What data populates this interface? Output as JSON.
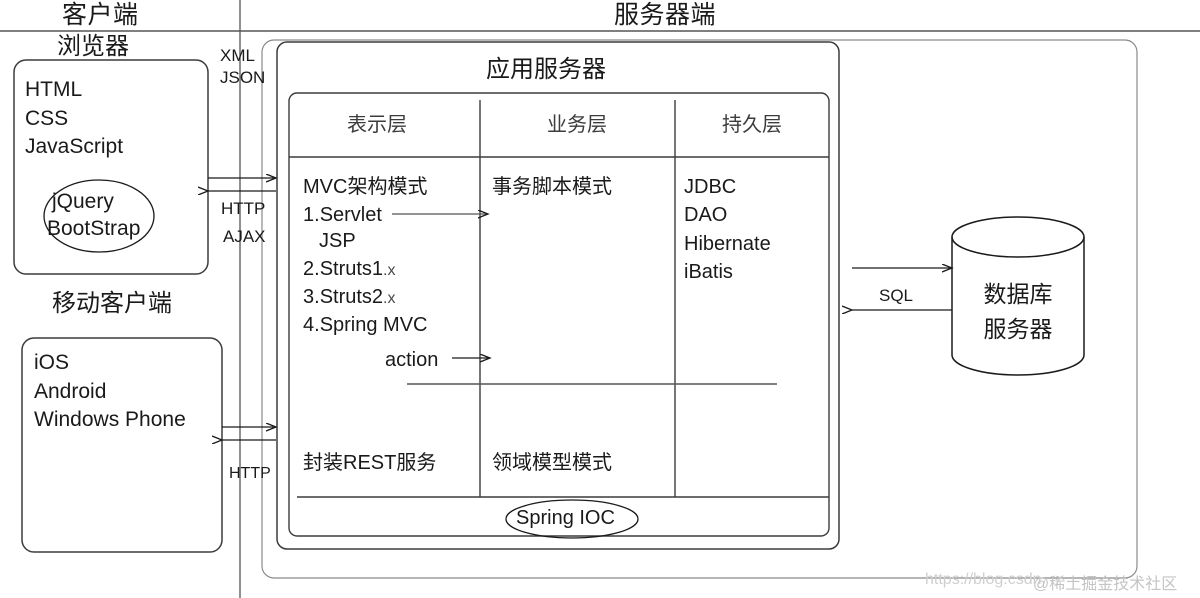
{
  "diagram": {
    "title_client": "客户端",
    "title_server": "服务器端",
    "browser_label": "浏览器",
    "mobile_label": "移动客户端",
    "app_server_title": "应用服务器",
    "browser_box": {
      "lines": [
        "HTML",
        "CSS",
        "JavaScript"
      ],
      "ellipse_lines": [
        "jQuery",
        "BootStrap"
      ]
    },
    "mobile_box": {
      "lines": [
        "iOS",
        "Android",
        "Windows Phone"
      ]
    },
    "connectors": {
      "xml": "XML",
      "json": "JSON",
      "http_top": "HTTP",
      "ajax": "AJAX",
      "http_bottom": "HTTP",
      "sql": "SQL",
      "action": "action"
    },
    "layers": {
      "headers": [
        "表示层",
        "业务层",
        "持久层"
      ],
      "presentation": {
        "pattern": "MVC架构模式",
        "items": [
          {
            "num": "1.",
            "name": "Servlet",
            "suffix": ""
          },
          {
            "num": "",
            "name": "JSP",
            "suffix": ""
          },
          {
            "num": "2.",
            "name": "Struts1",
            "suffix": ".x"
          },
          {
            "num": "3.",
            "name": "Struts2",
            "suffix": ".x"
          },
          {
            "num": "4.",
            "name": "Spring MVC",
            "suffix": ""
          }
        ],
        "bottom": "封装REST服务"
      },
      "business": {
        "pattern": "事务脚本模式",
        "bottom": "领域模型模式"
      },
      "persistence": {
        "items": [
          "JDBC",
          "DAO",
          "Hibernate",
          "iBatis"
        ]
      },
      "footer_badge": "Spring IOC"
    },
    "database": {
      "lines": [
        "数据库",
        "服务器"
      ]
    },
    "watermark": {
      "url": "https://blog.csdn.",
      "handle": "@稀土掘金技术社区"
    },
    "colors": {
      "stroke": "#1a1a1a",
      "stroke_soft": "#555555",
      "text": "#1a1a1a",
      "muted": "#3c3c3c",
      "watermark": "#cfcfcf",
      "background": "#ffffff"
    }
  }
}
